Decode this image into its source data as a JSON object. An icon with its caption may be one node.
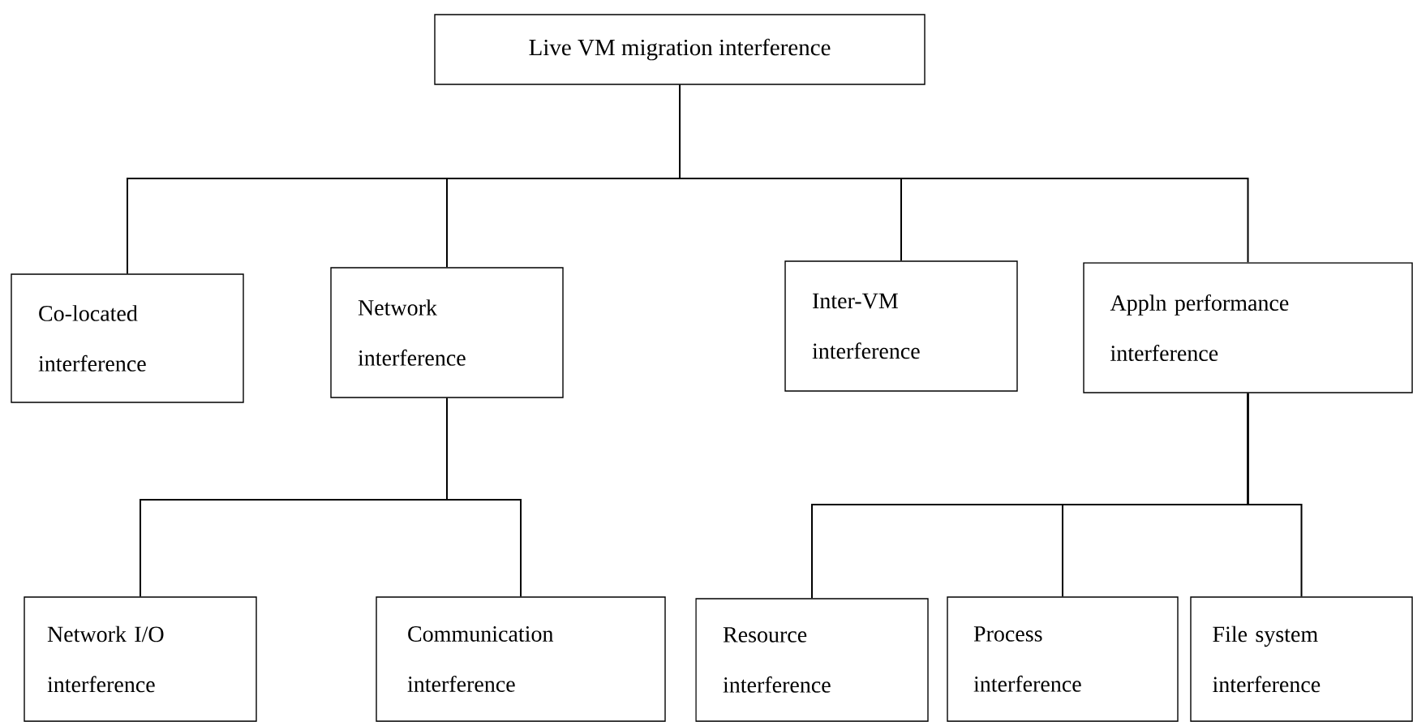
{
  "diagram": {
    "nodes": [
      {
        "text": [
          "Live VM migration interference"
        ]
      },
      {
        "text": [
          "Co-located interference"
        ]
      },
      {
        "text": [
          "Network interference"
        ]
      },
      {
        "text": [
          "Inter-VM interference"
        ]
      },
      {
        "text": [
          "Appln performance interference"
        ]
      },
      {
        "text": [
          "Network I/O interference"
        ]
      },
      {
        "text": [
          "Communication interference"
        ]
      },
      {
        "text": [
          "Resource interference"
        ]
      },
      {
        "text": [
          "Process interference"
        ]
      },
      {
        "text": [
          "File system interference"
        ]
      }
    ],
    "edges": [
      {
        "from": 0,
        "to": 1,
        "arrow": "none"
      },
      {
        "from": 0,
        "to": 2,
        "arrow": "none"
      },
      {
        "from": 0,
        "to": 3,
        "arrow": "none"
      },
      {
        "from": 0,
        "to": 4,
        "arrow": "none"
      },
      {
        "from": 2,
        "to": 5,
        "arrow": "none"
      },
      {
        "from": 2,
        "to": 6,
        "arrow": "none"
      },
      {
        "from": 4,
        "to": 7,
        "arrow": "none"
      },
      {
        "from": 4,
        "to": 8,
        "arrow": "none"
      },
      {
        "from": 4,
        "to": 9,
        "arrow": "none"
      }
    ]
  }
}
